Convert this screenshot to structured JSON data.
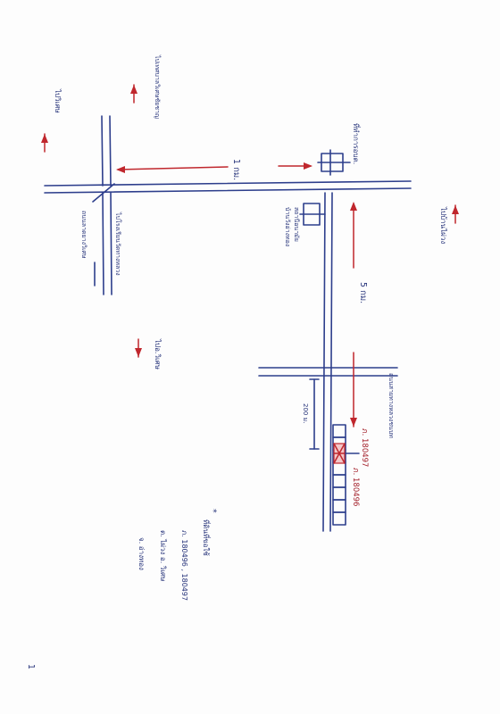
{
  "map": {
    "labels": {
      "top_left": "ไปวิเศษ",
      "top_left_road": "ไปเทศบาลวิเศษชัยชาญ",
      "top_right_bldg": "ที่ทำการอบต.",
      "junction_bldg": "สถานีอนามัย",
      "junction_bldg_sub": "บ้านวังอ่างทอง",
      "dist_top": "1 กม.",
      "dist_main": "5 กม.",
      "dist_sub": "200 ม.",
      "right_top": "ไปบ้านไผ่วง",
      "cross_road": "ถนนสายทางหลวงชนบท",
      "parcel_a": "ภ. 180497",
      "parcel_b": "ภ. 180496",
      "mid_left": "ไปอ.วิเศษ",
      "lower_left_top": "ไปโรงเรียนวัดทางหลวง",
      "lower_left_bottom": "ถนนลาดยางวิเศษ"
    },
    "legend": {
      "star": "*",
      "line1": "ที่ดินที่ขอใช้",
      "line2": "ภ. 180496 , 180497",
      "line3": "ต. ไผ่วง อ. วิเศษ",
      "line4": "จ. อ่างทอง",
      "page_mark": "1"
    }
  }
}
